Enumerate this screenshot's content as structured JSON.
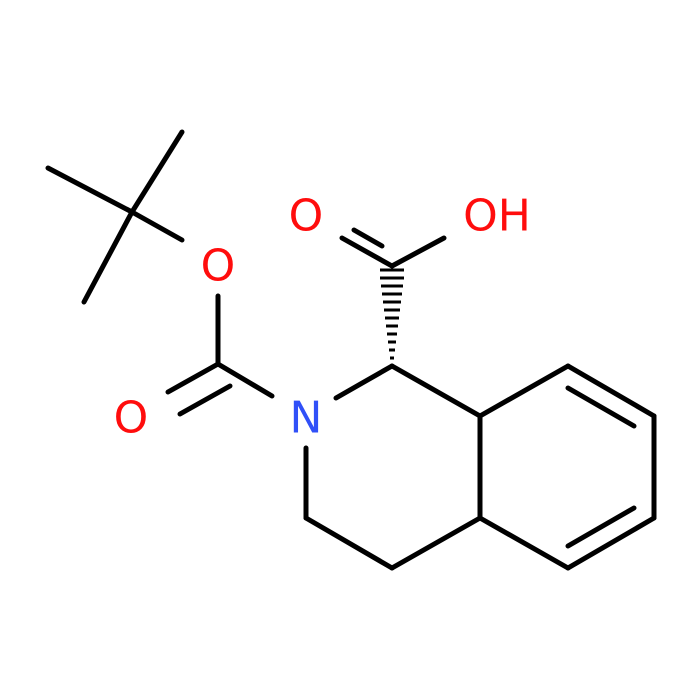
{
  "colors": {
    "bond": "#000000",
    "oxygen": "#ff0d0d",
    "nitrogen": "#3050f8",
    "background": "#ffffff"
  },
  "atoms": {
    "carbonyl_oxygen_acid": "O",
    "hydroxyl": "OH",
    "ester_oxygen": "O",
    "carbonyl_oxygen_boc": "O",
    "ring_nitrogen": "N"
  }
}
